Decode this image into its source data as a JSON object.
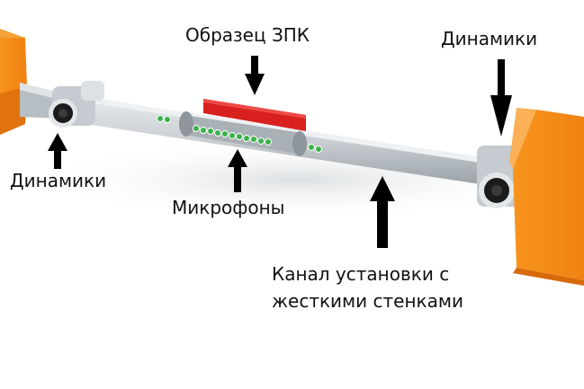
{
  "labels": {
    "sample": "Образец ЗПК",
    "speakers_right": "Динамики",
    "speakers_left": "Динамики",
    "microphones": "Микрофоны",
    "channel_line1": "Канал установки с",
    "channel_line2": "жесткими стенками"
  },
  "colors": {
    "speaker_box": "#f7941d",
    "tube": "#c9cfd3",
    "sample": "#d8201f",
    "microphone": "#3bb24a",
    "arrow": "#000000"
  }
}
